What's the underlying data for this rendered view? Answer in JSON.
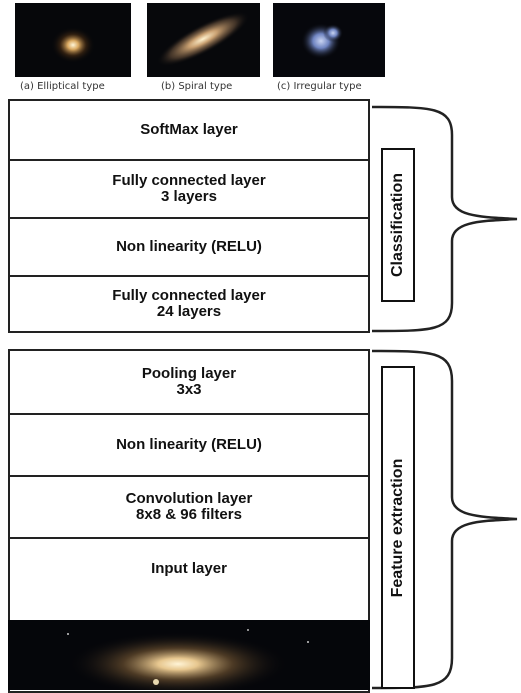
{
  "examples": [
    {
      "caption": "(a) Elliptical  type",
      "icon": "elliptical-galaxy"
    },
    {
      "caption": "(b) Spiral  type",
      "icon": "spiral-galaxy"
    },
    {
      "caption": "(c) Irregular type",
      "icon": "irregular-galaxy"
    }
  ],
  "classification": {
    "label": "Classification",
    "layers": [
      {
        "title": "SoftMax layer",
        "sub": ""
      },
      {
        "title": "Fully connected layer",
        "sub": "3 layers"
      },
      {
        "title": "Non linearity (RELU)",
        "sub": ""
      },
      {
        "title": "Fully connected layer",
        "sub": "24 layers"
      }
    ]
  },
  "feature_extraction": {
    "label": "Feature extraction",
    "layers": [
      {
        "title": "Pooling layer",
        "sub": "3x3"
      },
      {
        "title": "Non linearity (RELU)",
        "sub": ""
      },
      {
        "title": "Convolution layer",
        "sub": "8x8 & 96 filters"
      },
      {
        "title": "Input layer",
        "sub": ""
      }
    ]
  },
  "colors": {
    "border": "#222222",
    "galaxy_core": "#f3e2b8",
    "sky": "#05060a",
    "irregular": "#8fa3d8"
  },
  "input_image": {
    "icon": "input-galaxy-image"
  }
}
